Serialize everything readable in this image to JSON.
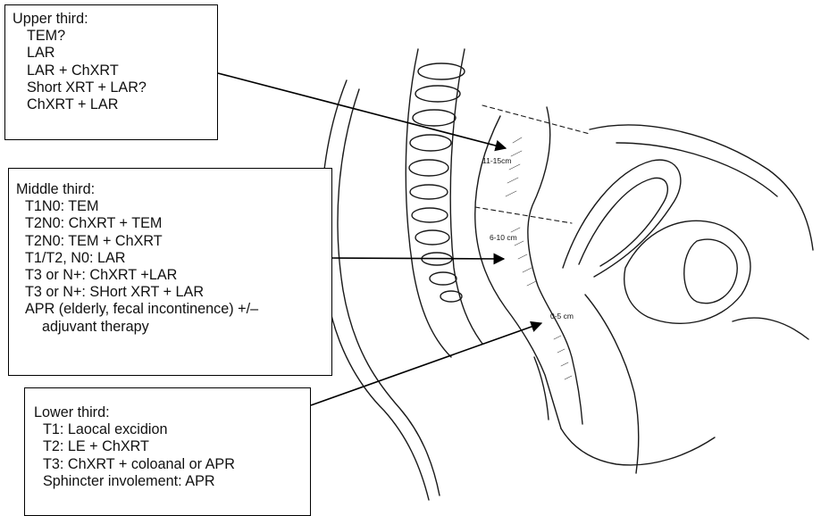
{
  "upper": {
    "heading": "Upper third:",
    "items": [
      "TEM?",
      "LAR",
      "LAR + ChXRT",
      "Short XRT + LAR?",
      "ChXRT + LAR"
    ]
  },
  "middle": {
    "heading": "Middle third:",
    "items": [
      "T1N0: TEM",
      "T2N0: ChXRT + TEM",
      "T2N0: TEM + ChXRT",
      "T1/T2, N0: LAR",
      "T3 or N+: ChXRT +LAR",
      "T3 or N+: SHort XRT + LAR",
      "APR (elderly, fecal incontinence) +/–",
      "adjuvant therapy"
    ]
  },
  "lower": {
    "heading": "Lower third:",
    "items": [
      "T1: Laocal excidion",
      "T2: LE + ChXRT",
      "T3: ChXRT + coloanal or APR",
      "Sphincter involement: APR"
    ]
  },
  "zones": {
    "upper": "11-15cm",
    "middle": "6-10 cm",
    "lower": "0-5 cm"
  },
  "colors": {
    "line": "#000000",
    "background": "#ffffff"
  }
}
